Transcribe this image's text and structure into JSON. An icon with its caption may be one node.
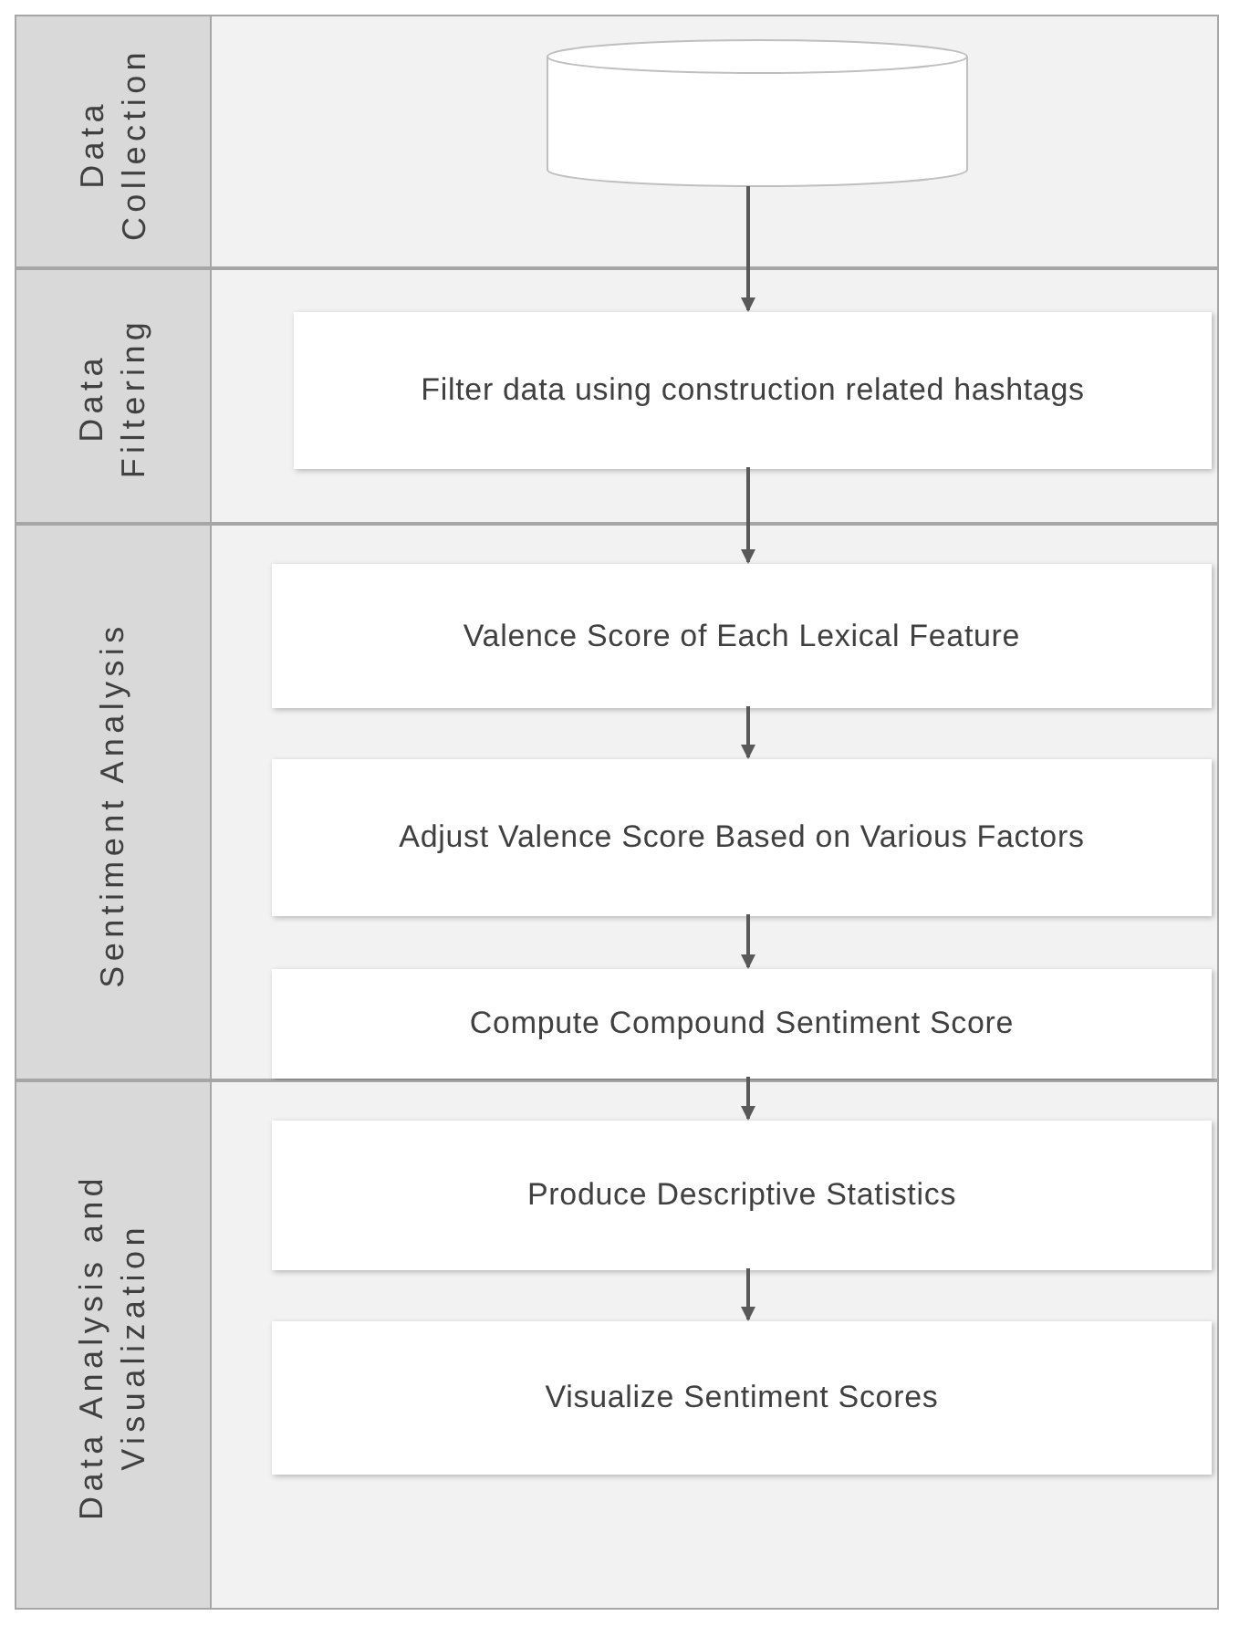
{
  "diagram": {
    "nodes": [
      {
        "text": [
          "Data Collection"
        ]
      },
      {
        "text": [],
        "shape": "cylinder",
        "in": 0
      },
      {
        "text": [
          "Data Filtering"
        ]
      },
      {
        "text": [
          "Filter data using construction related hashtags"
        ],
        "in": 2
      },
      {
        "text": [
          "Sentiment Analysis"
        ]
      },
      {
        "text": [
          "Valence Score of Each Lexical Feature"
        ],
        "in": 4
      },
      {
        "text": [
          "Adjust Valence Score Based on Various Factors"
        ],
        "in": 4
      },
      {
        "text": [
          "Compute Compound Sentiment Score"
        ],
        "in": 4
      },
      {
        "text": [
          "Data Analysis and Visualization"
        ]
      },
      {
        "text": [
          "Produce Descriptive Statistics"
        ],
        "in": 8
      },
      {
        "text": [
          "Visualize Sentiment Scores"
        ],
        "in": 8
      }
    ],
    "edges": [
      {
        "from": 1,
        "to": 3,
        "arrow": "to"
      },
      {
        "from": 3,
        "to": 5,
        "arrow": "to"
      },
      {
        "from": 5,
        "to": 6,
        "arrow": "to"
      },
      {
        "from": 6,
        "to": 7,
        "arrow": "to"
      },
      {
        "from": 7,
        "to": 9,
        "arrow": "to"
      },
      {
        "from": 9,
        "to": 10,
        "arrow": "to"
      }
    ]
  }
}
